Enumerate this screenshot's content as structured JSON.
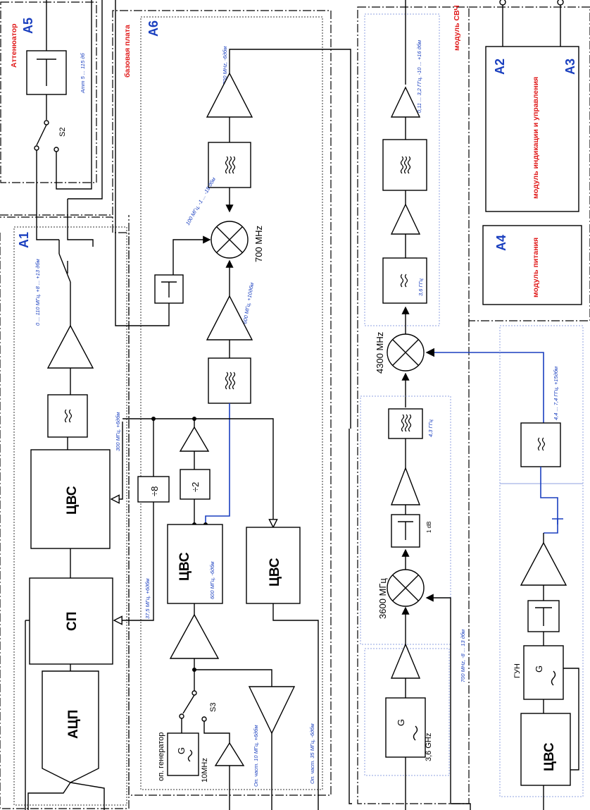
{
  "units": {
    "A5": {
      "id": "A5",
      "title": "Аттенюатор",
      "note": "Атт 5 ... 115 дб",
      "switch": "S2"
    },
    "A6": {
      "id": "A6",
      "title": "базовая плата"
    },
    "A1": {
      "id": "A1",
      "switch": "S3"
    },
    "SHF": {
      "title": "модуль СВЧ"
    },
    "A2": {
      "id": "A2"
    },
    "A3": {
      "id": "A3"
    },
    "A2A3": {
      "title": "модуль индикации и управления"
    },
    "A4": {
      "id": "A4",
      "title": "модуль питания"
    }
  },
  "blocks": {
    "tsvs": "ЦВС",
    "sp": "СП",
    "adc": "АЦП",
    "div8": "÷8",
    "div2": "÷2",
    "gen": "G",
    "gun": "ГУН",
    "op_gen": "оп. генератор"
  },
  "freqs": {
    "f700": "700 MHz",
    "f4300": "4300 MHz",
    "f3600": "3600 МГц",
    "f36": "3,6 GHz",
    "f10": "10MHz",
    "db1": "1 dB"
  },
  "notes": {
    "n1": "0 ... 110 МГц, +8 ... +13 дбм",
    "n2": "300 МГц, +6дбм",
    "n3": "37,5 МГц, +6дбм",
    "n4": "600 МГц, -6дбм",
    "n5": "700 MHz, -6дбм",
    "n6": "100 МГц, -1 ... -18 дбм",
    "n7": "600 МГц, +10дбм",
    "n8": "0,11 ... 3,2 ГГц, -10 ... +16 дбм",
    "n9": "3,6 ГГц",
    "n10": "4,3 ГГц",
    "n11": "4,4 ... 7,4 ГГц, +15дбм",
    "n12": "700 MHz, -8 ... 13 дбм",
    "n13": "Оп. част. 10 МГц, +6дбм",
    "n14": "Оп. част. 35 МГц, -6дбм"
  }
}
